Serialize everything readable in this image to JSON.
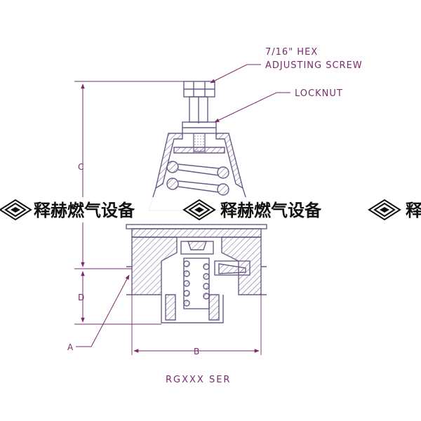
{
  "callouts": {
    "hex_line1": "7/16\" HEX",
    "hex_line2": "ADJUSTING SCREW",
    "locknut": "LOCKNUT"
  },
  "dimensions": {
    "a": "A",
    "b": "B",
    "c": "C",
    "d": "D"
  },
  "caption": "RGXXX SER",
  "watermark": {
    "text": "释赫燃气设备",
    "partial_text": "释"
  },
  "colors": {
    "drawing": "#6a5a88",
    "annotation": "#7a2a6e",
    "watermark": "#111111"
  }
}
